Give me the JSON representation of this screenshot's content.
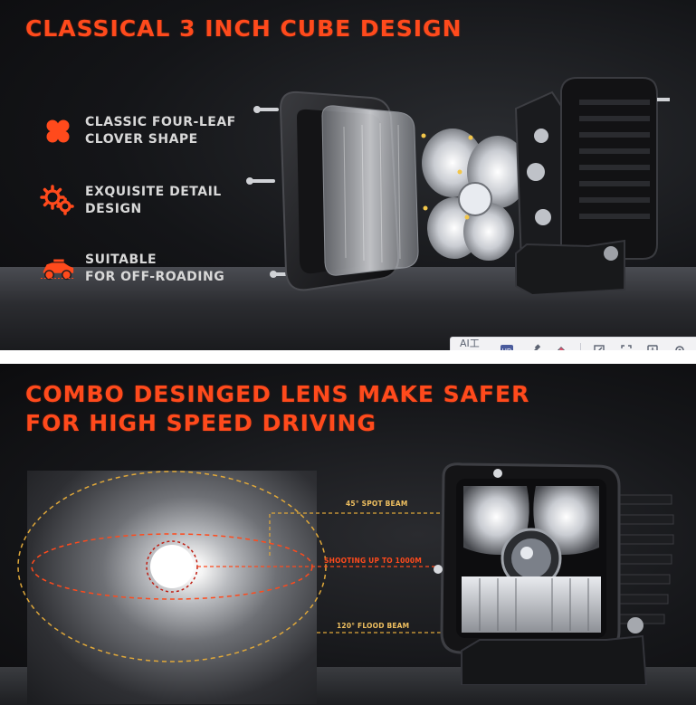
{
  "panel_top": {
    "title": "CLASSICAL 3 INCH CUBE DESIGN",
    "features": [
      {
        "icon": "clover-icon",
        "lines": [
          "CLASSIC FOUR-LEAF",
          "CLOVER SHAPE"
        ]
      },
      {
        "icon": "gears-icon",
        "lines": [
          "EXQUISITE DETAIL",
          "DESIGN"
        ]
      },
      {
        "icon": "offroad-vehicle-icon",
        "lines": [
          "SUITABLE",
          "FOR OFF-ROADING"
        ]
      }
    ]
  },
  "toolbar": {
    "ai_label": "AI工具",
    "items": [
      "hd-icon",
      "brush-icon",
      "eraser-icon",
      "crop-edit-icon",
      "resize-icon",
      "download-icon",
      "settings-icon"
    ]
  },
  "panel_bottom": {
    "title_line1": "COMBO DESINGED LENS  MAKE SAFER",
    "title_line2": "FOR HIGH SPEED DRIVING",
    "callouts": {
      "spot": "45° SPOT BEAM",
      "shooting": "SHOOTING UP TO 1000M",
      "flood": "120° FLOOD BEAM"
    }
  },
  "colors": {
    "accent": "#ff4a1c",
    "beam_yellow": "#f0c060",
    "text_light": "#d8d8d8"
  }
}
